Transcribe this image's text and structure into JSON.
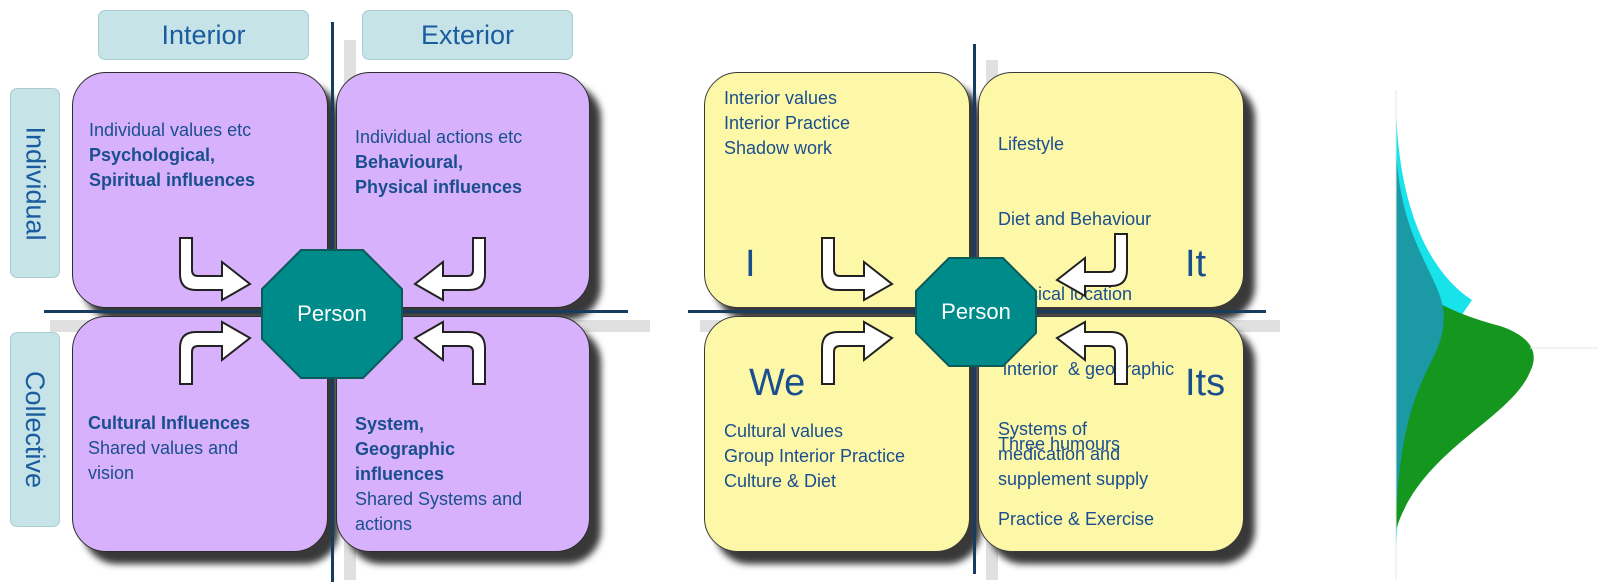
{
  "left": {
    "header_interior": "Interior",
    "header_exterior": "Exterior",
    "side_individual": "Individual",
    "side_collective": "Collective",
    "center": "Person",
    "quadrants": {
      "ul": {
        "line1": "Individual values etc",
        "bold1": "Psychological,",
        "bold2": "Spiritual influences"
      },
      "ur": {
        "line1": "Individual actions etc",
        "bold1": "Behavioural,",
        "bold2": "Physical influences"
      },
      "ll": {
        "bold1": "Cultural Influences",
        "line1": "Shared values and",
        "line2": "vision"
      },
      "lr": {
        "bold1": "System,",
        "bold2": "Geographic",
        "bold3": "influences",
        "line1": "Shared Systems and",
        "line2": "actions"
      }
    }
  },
  "right": {
    "center": "Person",
    "quadrants": {
      "ul": {
        "letter": "I",
        "lines": [
          "Interior values",
          "Interior Practice",
          "Shadow work"
        ]
      },
      "ur": {
        "letter": "It",
        "lines": [
          "Lifestyle",
          "Diet and Behaviour",
          "Physical location",
          " interior  & geographic",
          "Three humours",
          "Practice & Exercise"
        ]
      },
      "ll": {
        "letter": "We",
        "lines": [
          "Cultural values",
          "Group Interior Practice",
          "Culture & Diet"
        ]
      },
      "lr": {
        "letter": "Its",
        "lines": [
          "Systems of",
          "medication and",
          "supplement supply"
        ]
      }
    }
  },
  "colors": {
    "lilac": "#d7b1fb",
    "cream": "#fdf7a8",
    "teal_octagon": "#008b8b",
    "text_blue": "#1a4f8f",
    "tab_fill": "#c6e3e8",
    "curve_cyan": "#19e3ea",
    "curve_teal": "#1b9aa6",
    "curve_green": "#14961f"
  }
}
